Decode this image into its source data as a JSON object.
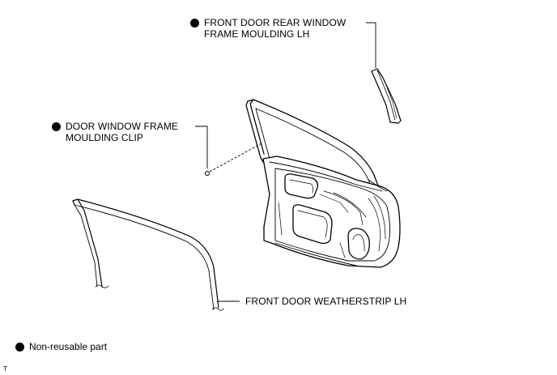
{
  "callouts": {
    "rear_window_moulding": {
      "line1": "FRONT DOOR REAR WINDOW",
      "line2": "FRAME MOULDING LH",
      "non_reusable": true
    },
    "moulding_clip": {
      "line1": "DOOR WINDOW FRAME",
      "line2": "MOULDING CLIP",
      "non_reusable": true
    },
    "weatherstrip": {
      "line1": "FRONT DOOR WEATHERSTRIP LH",
      "non_reusable": false
    }
  },
  "legend": {
    "symbol": "filled-circle",
    "text": "Non-reusable part"
  },
  "corner_mark": "T",
  "colors": {
    "line": "#000000",
    "background": "#ffffff"
  }
}
